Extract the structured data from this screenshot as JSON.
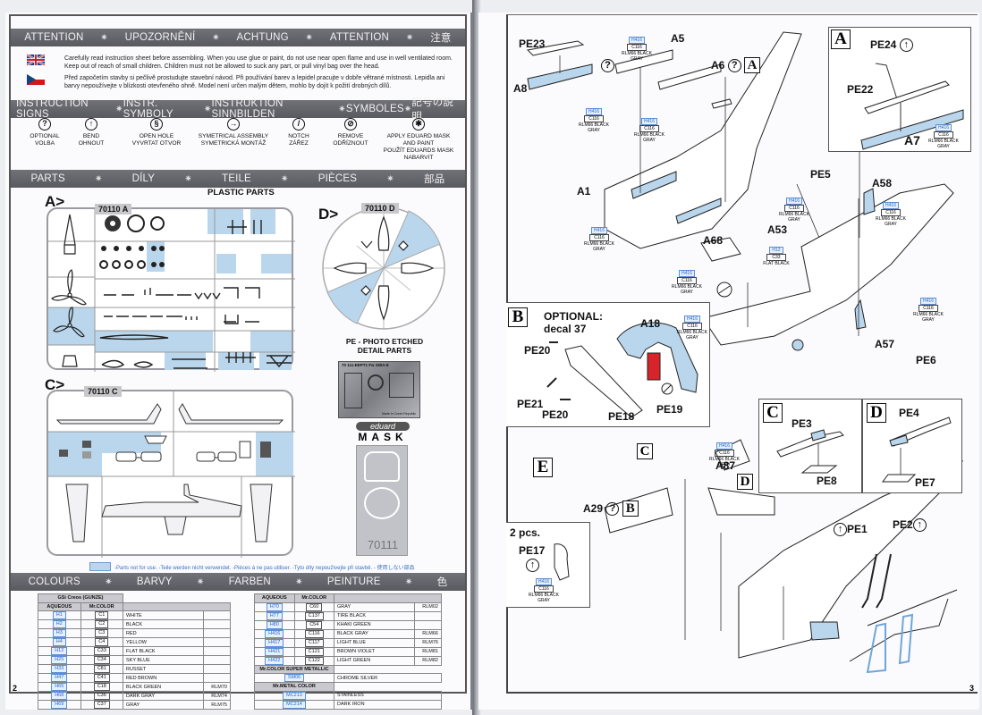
{
  "left_page": {
    "page_number": "2",
    "attention_band": [
      "ATTENTION",
      "UPOZORNĚNÍ",
      "ACHTUNG",
      "ATTENTION",
      "注意"
    ],
    "warnings": [
      {
        "flag": "uk-flag-icon",
        "text": "Carefully read instruction sheet before assembling. When you use glue or paint, do not use near open flame and use in well ventilated room. Keep out of reach of small children. Children must not be allowed to suck any part, or pull vinyl bag over the head."
      },
      {
        "flag": "czech-flag-icon",
        "text": "Před započetím stavby si pečlivě prostudujte stavební návod. Při používání barev a lepidel pracujte v dobře větrané místnosti. Lepidla ani barvy nepoužívejte v blízkosti otevřeného ohně. Model není určen malým dětem, mohlo by dojít k požití drobných dílů."
      }
    ],
    "signs_band": [
      "INSTRUCTION SIGNS",
      "INSTR. SYMBOLY",
      "INSTRUKTION SINNBILDEN",
      "SYMBOLES",
      "記号の説明"
    ],
    "signs": [
      {
        "icon": "optional-icon",
        "glyph": "?",
        "label1": "OPTIONAL",
        "label2": "VOLBA",
        "label3": "",
        "label4": ""
      },
      {
        "icon": "bend-icon",
        "glyph": "↑",
        "label1": "BEND",
        "label2": "OHNOUT",
        "label3": "",
        "label4": ""
      },
      {
        "icon": "open-hole-icon",
        "glyph": "§",
        "label1": "OPEN HOLE",
        "label2": "VYVRTAT OTVOR",
        "label3": "",
        "label4": ""
      },
      {
        "icon": "symmetrical-assembly-icon",
        "glyph": "→",
        "label1": "SYMETRICAL ASSEMBLY",
        "label2": "SYMETRICKÁ MONTÁŽ",
        "label3": "",
        "label4": ""
      },
      {
        "icon": "notch-icon",
        "glyph": "/",
        "label1": "NOTCH",
        "label2": "ZÁŘEZ",
        "label3": "",
        "label4": ""
      },
      {
        "icon": "remove-icon",
        "glyph": "⊘",
        "label1": "REMOVE",
        "label2": "ODŘÍZNOUT",
        "label3": "",
        "label4": ""
      },
      {
        "icon": "apply-mask-icon",
        "glyph": "✱",
        "label1": "APPLY EDUARD MASK",
        "label2": "AND PAINT",
        "label3": "POUŽÍT EDUARDS MASK",
        "label4": "NABARVIT"
      }
    ],
    "parts_band": [
      "PARTS",
      "DÍLY",
      "TEILE",
      "PIÈCES",
      "部品"
    ],
    "plastic_parts_title": "PLASTIC PARTS",
    "sprues": {
      "a": {
        "letter": "A>",
        "code": "70110 A"
      },
      "c": {
        "letter": "C>",
        "code": "70110 C"
      },
      "d": {
        "letter": "D>",
        "code": "70110 D"
      }
    },
    "pe_title_1": "PE - PHOTO ETCHED",
    "pe_title_2": "DETAIL PARTS",
    "pe_fret_text": "70 111-EEPT1 Fw 190A-8",
    "pe_fret_made": "Made in Czech Republic",
    "mask_brand": "eduard",
    "mask_title": "MASK",
    "mask_code": "70111",
    "legend_text": "-Parts not for use. -Teile werden nicht verwendet. -Pièces à ne pas utiliser. -Tyto díly nepoužívejte při stavbě. - 使用しない部品",
    "colours_band": [
      "COLOURS",
      "BARVY",
      "FARBEN",
      "PEINTURE",
      "色"
    ],
    "colour_table_left": {
      "brand_header": "GSi Creos (GUNZE)",
      "col_aqueous": "AQUEOUS",
      "col_mrcolor": "Mr.COLOR",
      "rows": [
        {
          "aq": "H1",
          "mc": "C1",
          "name": "WHITE",
          "rlm": ""
        },
        {
          "aq": "H2",
          "mc": "C2",
          "name": "BLACK",
          "rlm": ""
        },
        {
          "aq": "H3",
          "mc": "C3",
          "name": "RED",
          "rlm": ""
        },
        {
          "aq": "H4",
          "mc": "C4",
          "name": "YELLOW",
          "rlm": ""
        },
        {
          "aq": "H12",
          "mc": "C33",
          "name": "FLAT BLACK",
          "rlm": ""
        },
        {
          "aq": "H25",
          "mc": "C34",
          "name": "SKY BLUE",
          "rlm": ""
        },
        {
          "aq": "H33",
          "mc": "C81",
          "name": "RUSSET",
          "rlm": ""
        },
        {
          "aq": "H47",
          "mc": "C41",
          "name": "RED BROWN",
          "rlm": ""
        },
        {
          "aq": "H65",
          "mc": "C18",
          "name": "BLACK GREEN",
          "rlm": "RLM70"
        },
        {
          "aq": "H68",
          "mc": "C36",
          "name": "DARK GRAY",
          "rlm": "RLM74"
        },
        {
          "aq": "H69",
          "mc": "C37",
          "name": "GRAY",
          "rlm": "RLM75"
        }
      ]
    },
    "colour_table_right": {
      "col_aqueous": "AQUEOUS",
      "col_mrcolor": "Mr.COLOR",
      "rows": [
        {
          "aq": "H70",
          "mc": "C60",
          "name": "GRAY",
          "rlm": "RLM02"
        },
        {
          "aq": "H77",
          "mc": "C137",
          "name": "TIRE BLACK",
          "rlm": ""
        },
        {
          "aq": "H80",
          "mc": "C54",
          "name": "KHAKI GREEN",
          "rlm": ""
        },
        {
          "aq": "H416",
          "mc": "C116",
          "name": "BLACK GRAY",
          "rlm": "RLM66"
        },
        {
          "aq": "H417",
          "mc": "C117",
          "name": "LIGHT BLUE",
          "rlm": "RLM76"
        },
        {
          "aq": "H421",
          "mc": "C121",
          "name": "BROWN VIOLET",
          "rlm": "RLM81"
        },
        {
          "aq": "H422",
          "mc": "C122",
          "name": "LIGHT GREEN",
          "rlm": "RLM82"
        }
      ],
      "super_metallic_header": "Mr.COLOR SUPER METALLIC",
      "super_metallic": [
        {
          "code": "SM06",
          "name": "CHROME SILVER"
        }
      ],
      "metal_header": "Mr.METAL COLOR",
      "metal": [
        {
          "code": "MC213",
          "name": "STAINLESS"
        },
        {
          "code": "MC214",
          "name": "DARK IRON"
        }
      ]
    }
  },
  "right_page": {
    "page_number": "3",
    "paint_callout": {
      "aq": "H416",
      "mc": "C116",
      "name": "RLM66 BLACK GRAY"
    },
    "paint_callout_flat": {
      "aq": "H12",
      "mc": "C33",
      "name": "FLAT BLACK"
    },
    "main_labels": {
      "pe23": "PE23",
      "a5": "A5",
      "a6": "A6",
      "a8": "A8",
      "a1": "A1",
      "pe5": "PE5",
      "a58": "A58",
      "a53": "A53",
      "a68": "A68",
      "a57": "A57",
      "pe6": "PE6",
      "a87": "A87",
      "a29": "A29"
    },
    "inset_a": {
      "letter": "A",
      "pe24": "PE24",
      "pe22": "PE22",
      "a7": "A7"
    },
    "inset_b": {
      "letter": "B",
      "optional1": "OPTIONAL:",
      "optional2": "decal 37",
      "a18": "A18",
      "pe20a": "PE20",
      "pe21": "PE21",
      "pe20b": "PE20",
      "pe18": "PE18",
      "pe19": "PE19"
    },
    "inset_c": {
      "letter": "C",
      "pe3": "PE3",
      "pe8": "PE8"
    },
    "inset_d": {
      "letter": "D",
      "pe4": "PE4",
      "pe7": "PE7"
    },
    "step_e": {
      "letter": "E",
      "c_ref": "C",
      "d_ref": "D",
      "b_ref": "B"
    },
    "inset_pe17": {
      "count": "2 pcs.",
      "pe17": "PE17"
    },
    "harness": {
      "pe1": "PE1",
      "pe2": "PE2"
    },
    "accent_blue": "#b9d6ec",
    "decal_red": "#d7232a"
  }
}
